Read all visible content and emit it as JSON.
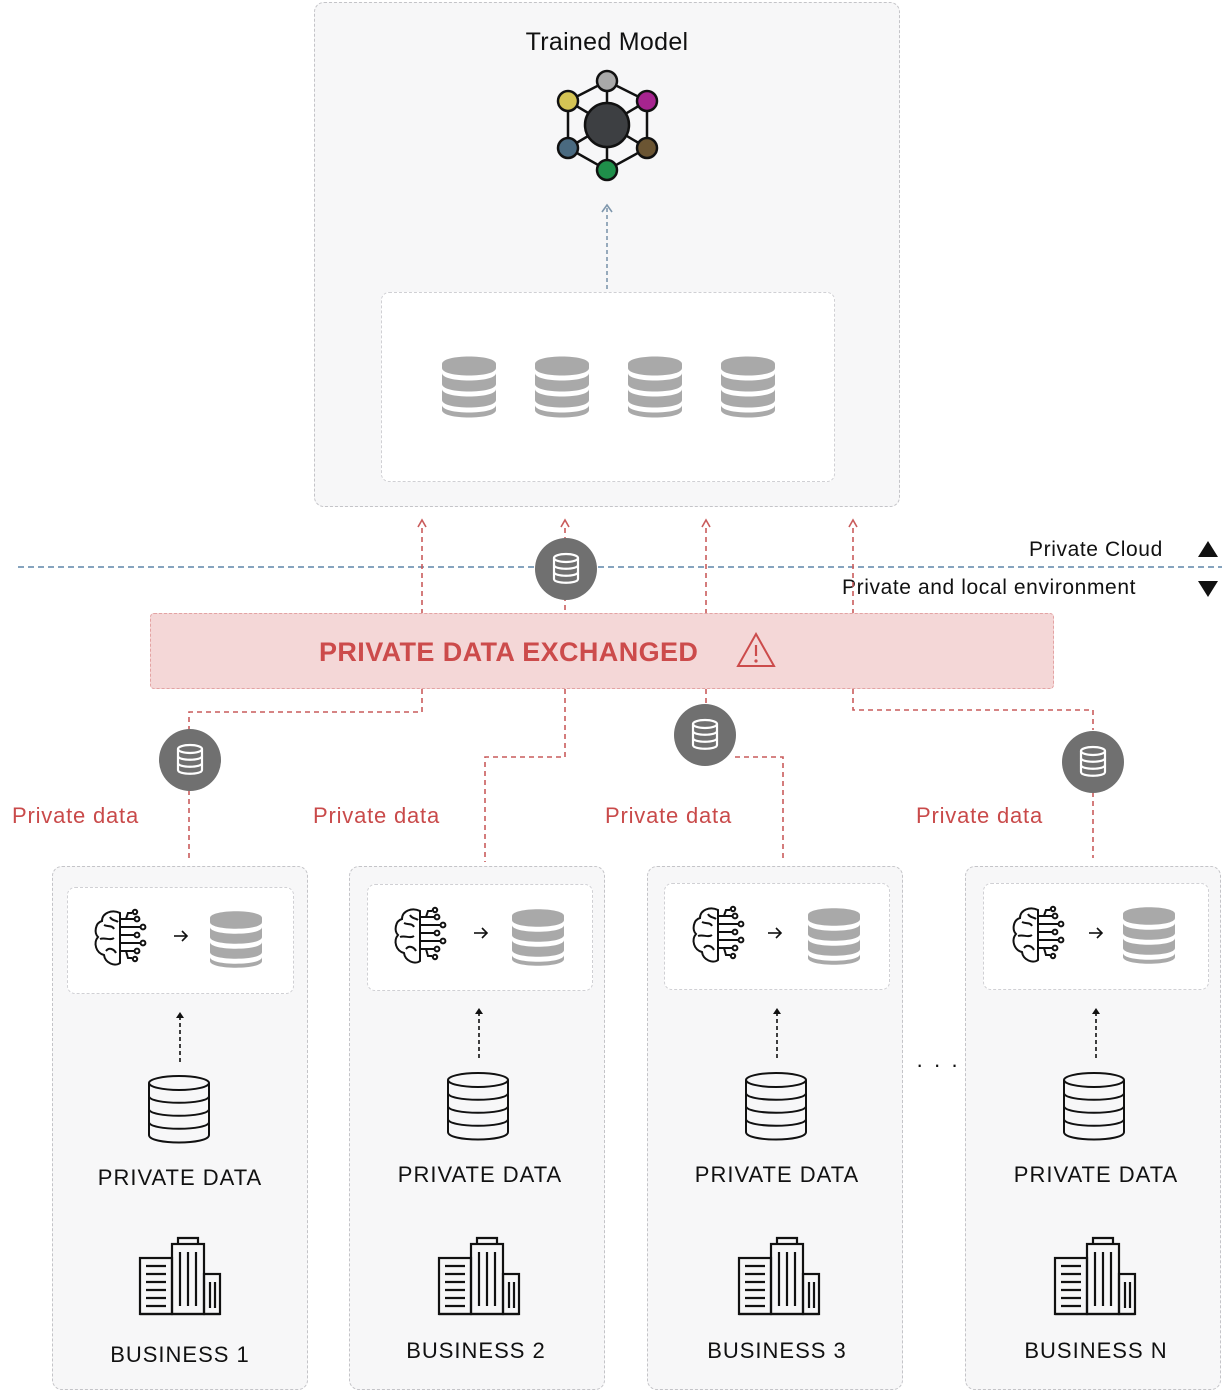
{
  "top": {
    "title": "Trained Model"
  },
  "divider": {
    "cloud_label": "Private Cloud",
    "local_label": "Private and local environment"
  },
  "banner": {
    "text": "PRIVATE DATA EXCHANGED"
  },
  "flows": [
    {
      "label": "Private data"
    },
    {
      "label": "Private data"
    },
    {
      "label": "Private data"
    },
    {
      "label": "Private data"
    }
  ],
  "businesses": [
    {
      "data_label": "PRIVATE DATA",
      "name": "BUSINESS 1"
    },
    {
      "data_label": "PRIVATE DATA",
      "name": "BUSINESS 2"
    },
    {
      "data_label": "PRIVATE DATA",
      "name": "BUSINESS 3"
    },
    {
      "data_label": "PRIVATE DATA",
      "name": "BUSINESS N"
    }
  ],
  "ellipsis": "· · ·",
  "colors": {
    "red_accent": "#c94a4a",
    "banner_bg": "#f4d7d7",
    "divider_blue": "#5f86a8",
    "db_gray": "#a9a9a9",
    "node_dark": "#3d3f42",
    "node_colors": [
      "#a9a9a9",
      "#a6248f",
      "#6b5533",
      "#1f8f4a",
      "#4a6a80",
      "#d5c454"
    ]
  }
}
